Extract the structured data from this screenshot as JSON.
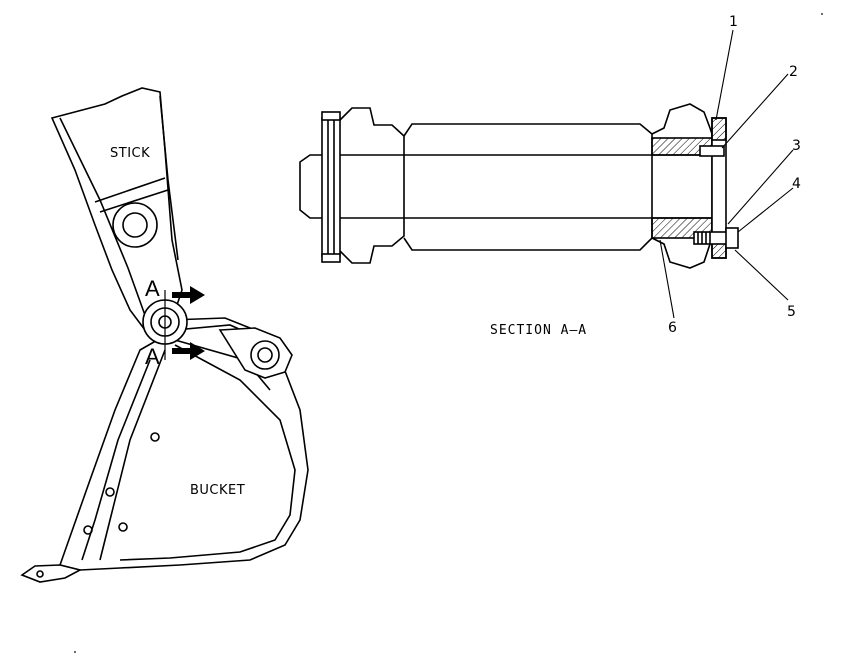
{
  "diagram": {
    "labels": {
      "stick": "STICK",
      "bucket": "BUCKET",
      "section_marker_top": "A",
      "section_marker_bottom": "A",
      "section_title": "SECTION A–A"
    },
    "callouts": [
      "1",
      "2",
      "3",
      "4",
      "5",
      "6"
    ]
  }
}
